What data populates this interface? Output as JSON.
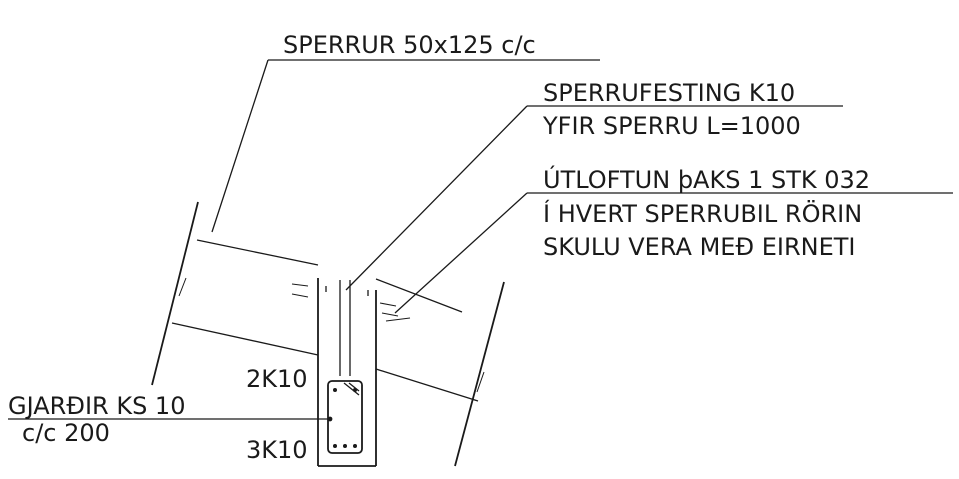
{
  "labels": {
    "rafters": "SPERRUR 50x125 c/c",
    "rafter_fastening_line1": "SPERRUFESTING K10",
    "rafter_fastening_line2": "YFIR SPERRU L=1000",
    "ventilation_line1": "ÚTLOFTUN þAKS 1 STK 032",
    "ventilation_line2": "Í HVERT SPERRUBIL RÖRIN",
    "ventilation_line3": "SKULU VERA MEÐ EIRNETI",
    "rebar_top": "2K10",
    "rebar_bottom": "3K10",
    "stirrups_line1": "GJARÐIR KS 10",
    "stirrups_line2": "c/c 200"
  },
  "colors": {
    "ink": "#1a1a1a",
    "paper": "#ffffff"
  }
}
